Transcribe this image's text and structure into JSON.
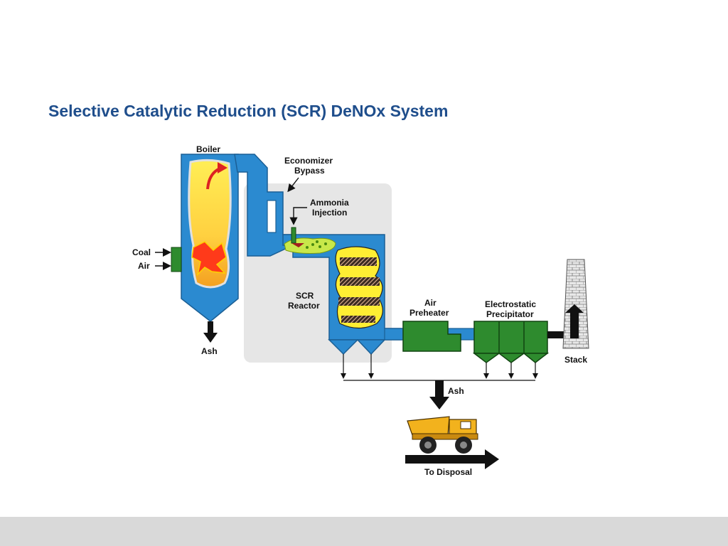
{
  "title": "Selective Catalytic Reduction (SCR) DeNOx System",
  "labels": {
    "boiler": "Boiler",
    "economizer_1": "Economizer",
    "economizer_2": "Bypass",
    "ammonia_1": "Ammonia",
    "ammonia_2": "Injection",
    "coal": "Coal",
    "air": "Air",
    "scr_1": "SCR",
    "scr_2": "Reactor",
    "ash_boiler": "Ash",
    "air_preheater_1": "Air",
    "air_preheater_2": "Preheater",
    "esp_1": "Electrostatic",
    "esp_2": "Precipitator",
    "stack": "Stack",
    "ash_main": "Ash",
    "disposal": "To Disposal"
  },
  "colors": {
    "title": "#1f4e8c",
    "duct": "#2b8ad0",
    "equipment": "#2e8b2e",
    "reactor_zone": "#e6e6e6",
    "footer": "#d9d9d9"
  }
}
